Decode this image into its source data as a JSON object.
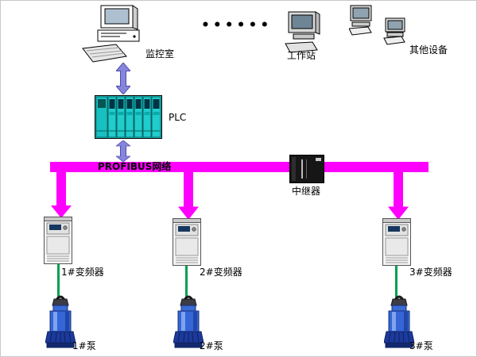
{
  "diagram": {
    "nodes": {
      "monitor_room": {
        "label": "监控室"
      },
      "dots": {
        "label": "••••••"
      },
      "workstation": {
        "label": "工作站"
      },
      "other_devices": {
        "label": "其他设备"
      },
      "plc": {
        "label": "PLC"
      },
      "bus": {
        "label": "PROFIBUS网络"
      },
      "repeater": {
        "label": "中继器"
      },
      "inverters": [
        {
          "label": "1#变频器"
        },
        {
          "label": "2#变频器"
        },
        {
          "label": "3#变频器"
        }
      ],
      "pumps": [
        {
          "label": "1#泵"
        },
        {
          "label": "2#泵"
        },
        {
          "label": "3#泵"
        }
      ]
    },
    "colors": {
      "bus": "#ff00ff",
      "vertical_arrow": "#8585db",
      "plc_body": "#28d8d8",
      "pump_body": "#3565d6",
      "pump_link": "#00a050",
      "repeater_body": "#161616"
    }
  }
}
